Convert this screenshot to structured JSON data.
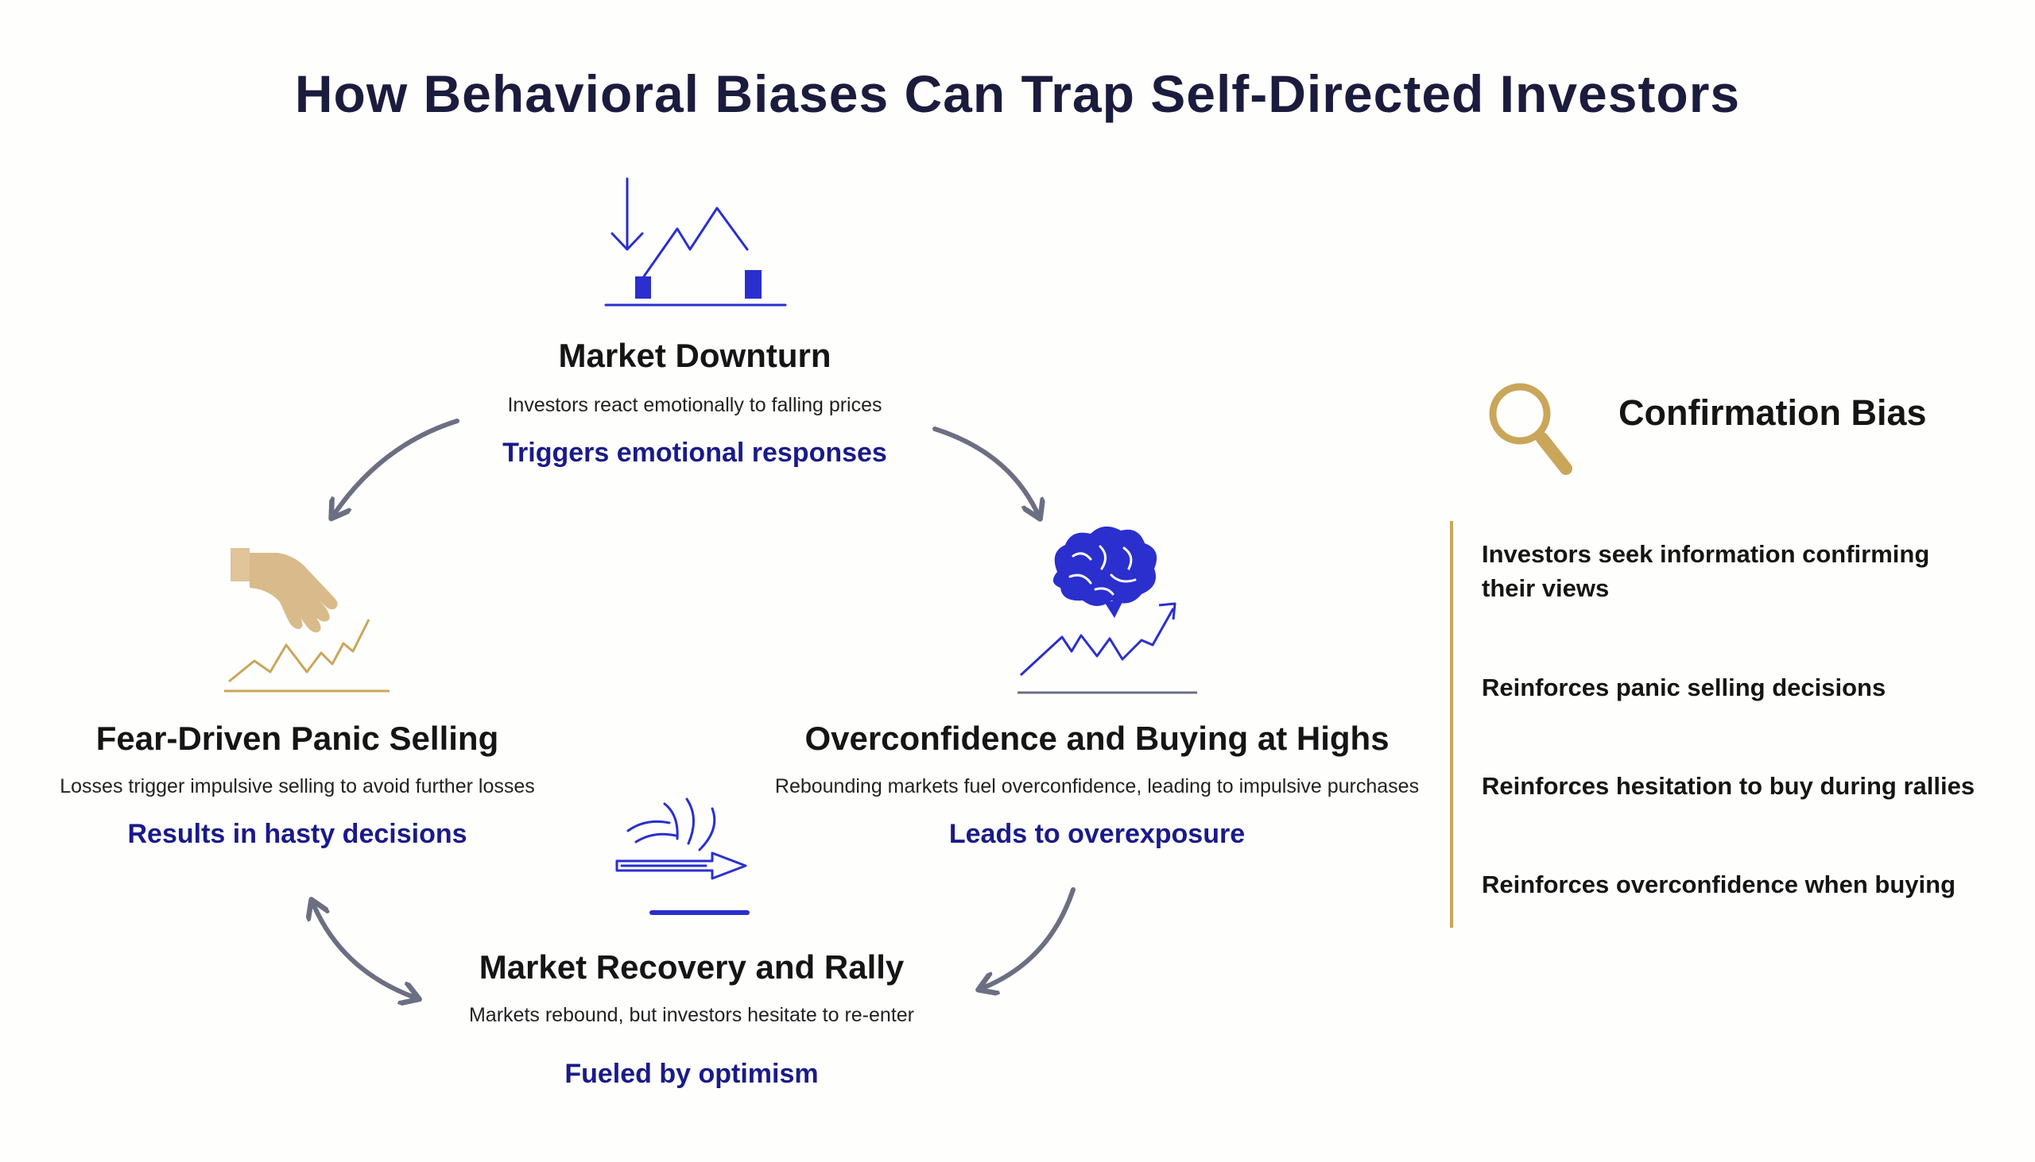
{
  "title": "How Behavioral Biases Can Trap Self-Directed Investors",
  "colors": {
    "title": "#1b1c3d",
    "effect_text": "#1a1a8a",
    "icon_blue": "#2a2fce",
    "icon_gold": "#c9a65a",
    "arrow_gray": "#6c6f82"
  },
  "nodes": {
    "market_downturn": {
      "icon": "falling-market-chart-icon",
      "title": "Market Downturn",
      "description": "Investors react emotionally to falling prices",
      "effect": "Triggers emotional responses"
    },
    "panic_selling": {
      "icon": "hand-over-chart-icon",
      "title": "Fear-Driven Panic Selling",
      "description": "Losses trigger impulsive selling to avoid further losses",
      "effect": "Results in hasty decisions"
    },
    "overconfidence": {
      "icon": "brain-rising-chart-icon",
      "title": "Overconfidence and Buying at Highs",
      "description": "Rebounding markets fuel overconfidence, leading to impulsive purchases",
      "effect": "Leads to overexposure"
    },
    "recovery": {
      "icon": "rebound-arrow-icon",
      "title": "Market Recovery and Rally",
      "description": "Markets rebound, but investors hesitate to re-enter",
      "effect": "Fueled by optimism"
    }
  },
  "confirmation_bias": {
    "icon": "magnifying-glass-icon",
    "title": "Confirmation Bias",
    "items": [
      "Investors seek information confirming their views",
      "Reinforces panic selling decisions",
      "Reinforces hesitation to buy during rallies",
      "Reinforces overconfidence when buying"
    ]
  }
}
